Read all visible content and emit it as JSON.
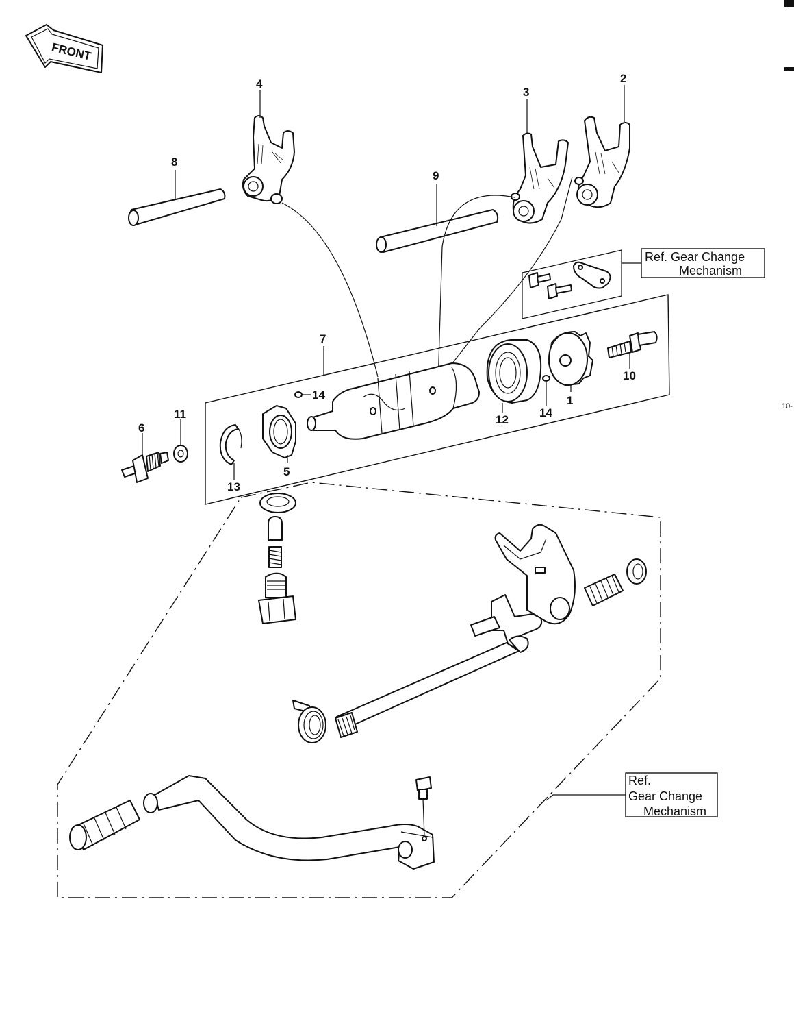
{
  "front_arrow": {
    "label": "FRONT"
  },
  "part_numbers": {
    "p1": "1",
    "p2": "2",
    "p3": "3",
    "p4": "4",
    "p5": "5",
    "p6": "6",
    "p7": "7",
    "p8": "8",
    "p9": "9",
    "p10": "10",
    "p11": "11",
    "p12": "12",
    "p13": "13",
    "p14a": "14",
    "p14b": "14"
  },
  "ref_boxes": {
    "upper": {
      "line1": "Ref.  Gear Change",
      "line2": "Mechanism"
    },
    "lower": {
      "line1": "Ref.",
      "line2": "Gear Change",
      "line3": "Mechanism"
    }
  },
  "page_number": "10-"
}
